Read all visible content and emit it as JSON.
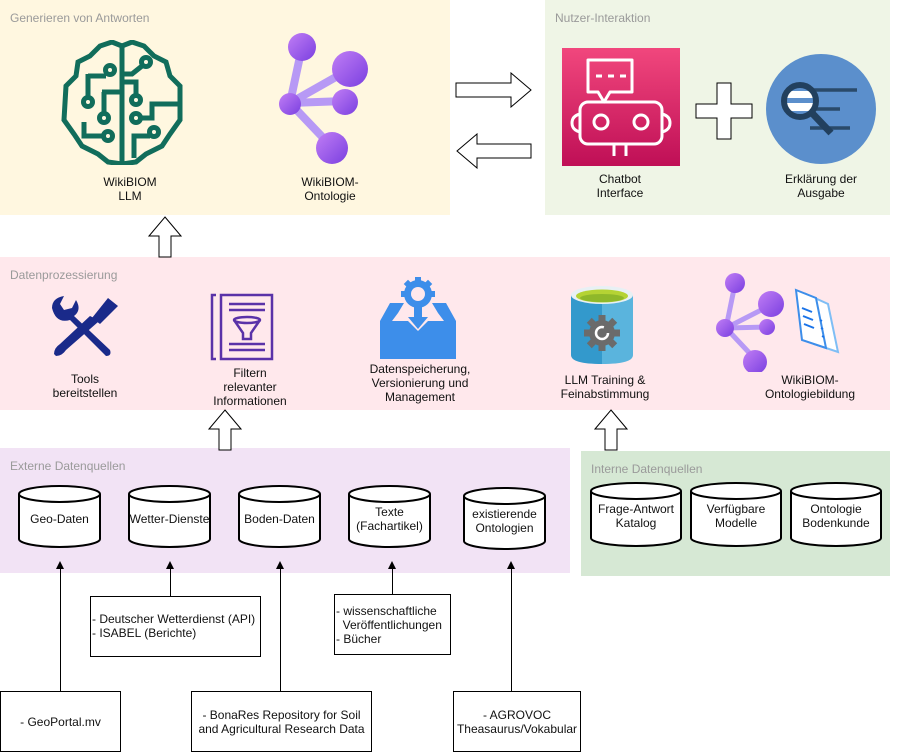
{
  "groups": {
    "antworten": {
      "title": "Generieren von Antworten",
      "color": "#fff7e0"
    },
    "nutzer": {
      "title": "Nutzer-Interaktion",
      "color": "#eff5e6"
    },
    "prozess": {
      "title": "Datenprozessierung",
      "color": "#ffe8ec"
    },
    "extern": {
      "title": "Externe Datenquellen",
      "color": "#f2e3f5"
    },
    "intern": {
      "title": "Interne Datenquellen",
      "color": "#d6e8d4"
    }
  },
  "nodes": {
    "llm": {
      "line1": "WikiBIOM",
      "line2": "LLM",
      "icon": "brain-circuit-icon",
      "color": "#116d5b"
    },
    "ontologie": {
      "line1": "WikiBIOM-",
      "line2": "Ontologie",
      "icon": "graph-nodes-icon",
      "color": "#9b5de5"
    },
    "chatbot": {
      "line1": "Chatbot",
      "line2": "Interface",
      "icon": "chatbot-icon",
      "color": "#d6246e"
    },
    "erklaerung": {
      "line1": "Erklärung der",
      "line2": "Ausgabe",
      "icon": "magnifier-text-icon",
      "color": "#5b8fcc"
    },
    "plus": {
      "icon": "plus-icon"
    },
    "tools": {
      "line1": "Tools",
      "line2": "bereitstellen",
      "icon": "wrench-screwdriver-icon",
      "color": "#1a2a8a"
    },
    "filtern": {
      "line1": "Filtern",
      "line2": "relevanter",
      "line3": "Informationen",
      "icon": "funnel-document-icon",
      "color": "#5a32a8"
    },
    "speicherung": {
      "line1": "Datenspeicherung,",
      "line2": "Versionierung und",
      "line3": "Management",
      "icon": "storage-gear-icon",
      "color": "#3d8eea"
    },
    "training": {
      "line1": "LLM Training &",
      "line2": "Feinabstimmung",
      "icon": "database-gear-icon",
      "color": "#3b9fd1"
    },
    "ontobildung": {
      "line1": "WikiBIOM-",
      "line2": "Ontologiebildung",
      "icon": "graph-documents-icon",
      "color": "#9b5de5"
    }
  },
  "extern_sources": [
    {
      "line1": "Geo-Daten",
      "line2": ""
    },
    {
      "line1": "Wetter-Dienste",
      "line2": ""
    },
    {
      "line1": "Boden-Daten",
      "line2": ""
    },
    {
      "line1": "Texte",
      "line2": "(Fachartikel)"
    },
    {
      "line1": "existierende",
      "line2": "Ontologien"
    }
  ],
  "intern_sources": [
    {
      "line1": "Frage-Antwort",
      "line2": "Katalog"
    },
    {
      "line1": "Verfügbare",
      "line2": "Modelle"
    },
    {
      "line1": "Ontologie",
      "line2": "Bodenkunde"
    }
  ],
  "source_notes": {
    "wetter": {
      "line1": "- Deutscher Wetterdienst (API)",
      "line2": "- ISABEL (Berichte)"
    },
    "texte": {
      "line1": "- wissenschaftliche",
      "line2": "  Veröffentlichungen",
      "line3": "- Bücher"
    },
    "geo": {
      "line1": "- GeoPortal.mv"
    },
    "boden": {
      "line1": "- BonaRes Repository for Soil",
      "line2": "and Agricultural Research Data"
    },
    "agrovoc": {
      "line1": "- AGROVOC",
      "line2": "Theasaurus/Vokabular"
    }
  }
}
